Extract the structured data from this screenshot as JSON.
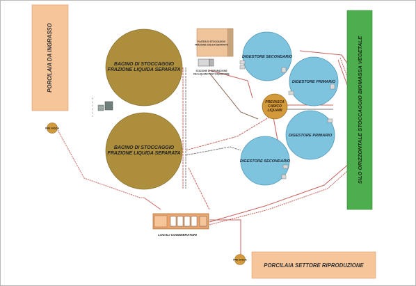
{
  "buildings": {
    "porcilaia_ingrasso": "PORCILAIA DA INGRASSO",
    "porcilaia_riproduzione": "PORCILAIA SETTORE RIPRODUZIONE",
    "silo": "SILO ORIZZONTALE STOCCAGGIO BIOMASSA VEGETALE"
  },
  "tanks": {
    "upper_line1": "BACINO DI STOCCAGGIO",
    "upper_line2": "FRAZIONE LIQUIDA SEPARATA",
    "lower_line1": "BACINO DI STOCCAGGIO",
    "lower_line2": "FRAZIONE LIQUIDA SEPARATA"
  },
  "digesters": {
    "secondary_top": "DIGESTORE SECONDARIO",
    "primary_top": "DIGESTORE PRIMARIO",
    "primary_bottom": "DIGESTORE PRIMARIO",
    "secondary_bottom": "DIGESTORE SECONDARIO"
  },
  "prevasca": {
    "line1": "PREVASCA",
    "line2": "CARICO",
    "line3": "LIQUAMI"
  },
  "pre_vasca_left": "PRE VASCA",
  "pre_vasca_bottom": "PRE VASCA",
  "platform": {
    "line1": "PLATEA DI STOCCAGGIO",
    "line2": "FRAZIONE SOLIDA SEPARATA"
  },
  "separation_station": {
    "line1": "STAZIONE DI SEPARAZIONE",
    "line2": "DEI LIQUAMI POST-DIGESTIONE"
  },
  "locali": "LOCALI COGENERATORI",
  "colors": {
    "tank": "#ad8e3c",
    "digester": "#7fc4df",
    "building": "#f7c59a",
    "silo": "#4cae4c",
    "pipe": "#d9534f",
    "pipe_dark": "#8a6a5c",
    "prevasca": "#d29a3b"
  }
}
